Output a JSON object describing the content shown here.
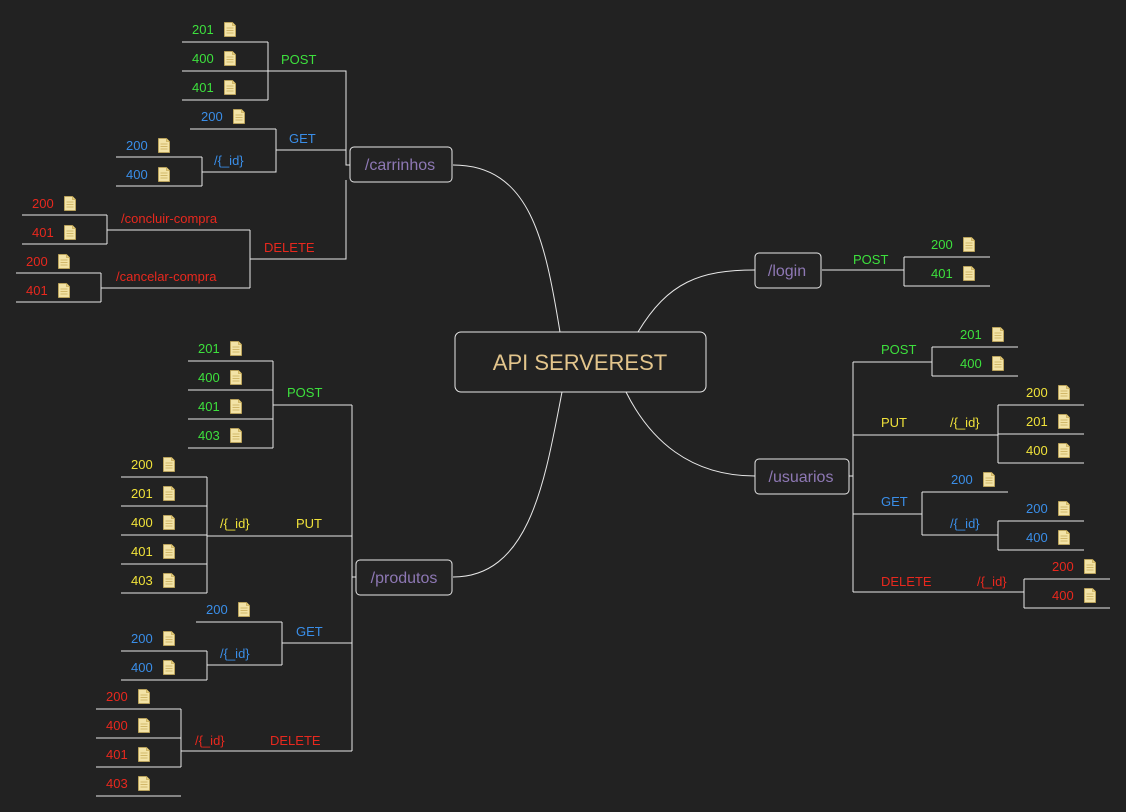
{
  "colors": {
    "background": "#222222",
    "line": "#e8e8e8",
    "root_text": "#e3c58c",
    "node_text": "#8e78b4",
    "green": "#3de03d",
    "blue": "#3a8ee8",
    "yellow": "#f0e23a",
    "red": "#e8281e",
    "note_icon": "#f3e3a6"
  },
  "root": {
    "label": "API SERVEREST"
  },
  "nodes": {
    "carrinhos": "/carrinhos",
    "login": "/login",
    "usuarios": "/usuarios",
    "produtos": "/produtos"
  },
  "methods": {
    "post": "POST",
    "get": "GET",
    "put": "PUT",
    "delete": "DELETE"
  },
  "paths": {
    "id": "/{_id}",
    "concluir": "/concluir-compra",
    "cancelar": "/cancelar-compra"
  },
  "carrinhos": {
    "post": [
      "201",
      "400",
      "401"
    ],
    "get": [
      "200"
    ],
    "get_id": [
      "200",
      "400"
    ],
    "delete_concluir": [
      "200",
      "401"
    ],
    "delete_cancelar": [
      "200",
      "401"
    ]
  },
  "login": {
    "post": [
      "200",
      "401"
    ]
  },
  "usuarios": {
    "post": [
      "201",
      "400"
    ],
    "put_id": [
      "200",
      "201",
      "400"
    ],
    "get": [
      "200"
    ],
    "get_id": [
      "200",
      "400"
    ],
    "delete_id": [
      "200",
      "400"
    ]
  },
  "produtos": {
    "post": [
      "201",
      "400",
      "401",
      "403"
    ],
    "put_id": [
      "200",
      "201",
      "400",
      "401",
      "403"
    ],
    "get": [
      "200"
    ],
    "get_id": [
      "200",
      "400"
    ],
    "delete_id": [
      "200",
      "400",
      "401",
      "403"
    ]
  },
  "icons": {
    "status_note": "note-icon"
  }
}
